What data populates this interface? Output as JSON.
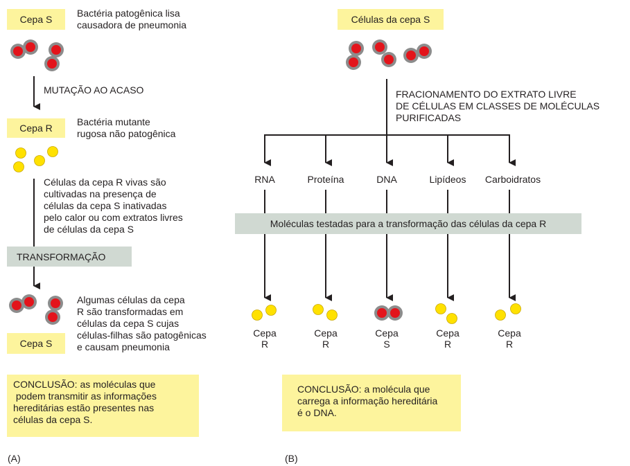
{
  "panel_a": {
    "strain_s_label": "Cepa S",
    "strain_s_desc": [
      "Bactéria patogênica lisa",
      "causadora de pneumonia"
    ],
    "mutation_label": "MUTAÇÃO AO ACASO",
    "strain_r_label": "Cepa R",
    "strain_r_desc": [
      "Bactéria mutante",
      "rugosa não patogênica"
    ],
    "culture_desc": [
      "Células da cepa R vivas são",
      "cultivadas na presença de",
      "células da cepa S inativadas",
      "pelo calor ou com extratos livres",
      "de células da cepa S"
    ],
    "transformation_label": "TRANSFORMAÇÃO",
    "result_desc": [
      "Algumas células da cepa",
      "R são transformadas em",
      "células da cepa S cujas",
      "células-filhas são patogênicas",
      "e causam pneumonia"
    ],
    "result_strain_label": "Cepa S",
    "conclusion": [
      "CONCLUSÃO: as moléculas que",
      " podem transmitir as informações",
      "hereditárias estão presentes nas",
      "células da cepa S."
    ],
    "panel_label": "(A)"
  },
  "panel_b": {
    "strain_s_cells_label": "Células da cepa S",
    "fractionation_desc": [
      "FRACIONAMENTO DO EXTRATO LIVRE",
      "DE CÉLULAS EM CLASSES DE MOLÉCULAS",
      "PURIFICADAS"
    ],
    "molecules": [
      "RNA",
      "Proteína",
      "DNA",
      "Lipídeos",
      "Carboidratos"
    ],
    "tested_label": "Moléculas testadas para a transformação das células da cepa R",
    "results": [
      {
        "line1": "Cepa",
        "line2": "R",
        "type": "R"
      },
      {
        "line1": "Cepa",
        "line2": "R",
        "type": "R"
      },
      {
        "line1": "Cepa",
        "line2": "S",
        "type": "S"
      },
      {
        "line1": "Cepa",
        "line2": "R",
        "type": "R"
      },
      {
        "line1": "Cepa",
        "line2": "R",
        "type": "R"
      }
    ],
    "conclusion": [
      "CONCLUSÃO: a molécula que",
      "carrega a informação hereditária",
      "é o DNA."
    ],
    "panel_label": "(B)"
  },
  "colors": {
    "label_box": "#fdf49d",
    "gray_band": "#d0d9d2",
    "s_cell_outer": "#8c8c8c",
    "s_cell_inner": "#e3141b",
    "r_cell": "#ffe100",
    "arrow": "#231f20"
  },
  "icons": [
    "s-strain-cell-icon",
    "r-strain-cell-icon",
    "arrow-down-icon"
  ]
}
